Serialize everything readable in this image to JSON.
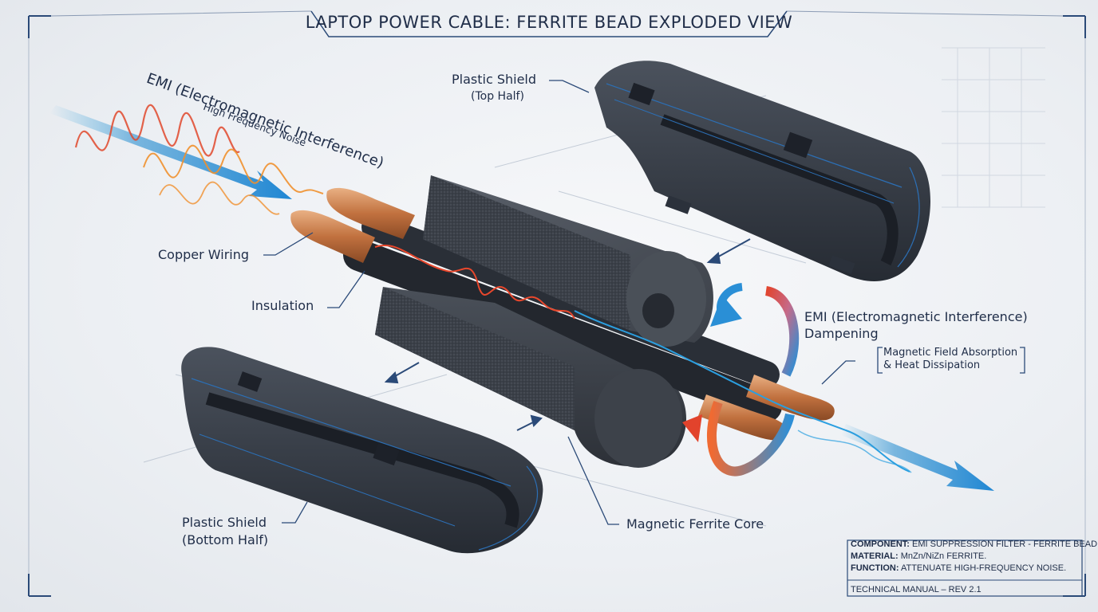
{
  "title": "LAPTOP POWER CABLE: FERRITE BEAD EXPLODED VIEW",
  "labels": {
    "emi_in_title": "EMI (Electromagnetic Interference)",
    "emi_in_sub": "High Frequency Noise",
    "shield_top": "Plastic Shield",
    "shield_top_sub": "(Top Half)",
    "copper": "Copper Wiring",
    "insulation": "Insulation",
    "emi_out_title_1": "EMI (Electromagnetic Interference)",
    "emi_out_title_2": "Dampening",
    "emi_out_sub_1": "Magnetic Field Absorption",
    "emi_out_sub_2": "& Heat Dissipation",
    "shield_bottom": "Plastic Shield",
    "shield_bottom_sub": "(Bottom Half)",
    "ferrite": "Magnetic Ferrite Core"
  },
  "info_box": {
    "component_key": "COMPONENT:",
    "component_val": " EMI SUPPRESSION FILTER - FERRITE BEAD.",
    "material_key": "MATERIAL:",
    "material_val": " MnZn/NiZn FERRITE.",
    "function_key": "FUNCTION:",
    "function_val": " ATTENUATE HIGH-FREQUENCY NOISE.",
    "revision": "TECHNICAL MANUAL – REV 2.1"
  },
  "colors": {
    "frame": "#2b4a78",
    "ink": "#1f2d48",
    "emi_arrow": "#29a0dc",
    "noise_red": "#e0482c",
    "noise_orange": "#f0902e",
    "copper": "#c97a4a",
    "ferrite": "#3a3f48",
    "shield": "#2b313b",
    "shield_line": "#2c6fb5"
  },
  "icons": [
    "incoming-emi-arrow",
    "outgoing-emi-arrow",
    "rotation-arrow"
  ]
}
